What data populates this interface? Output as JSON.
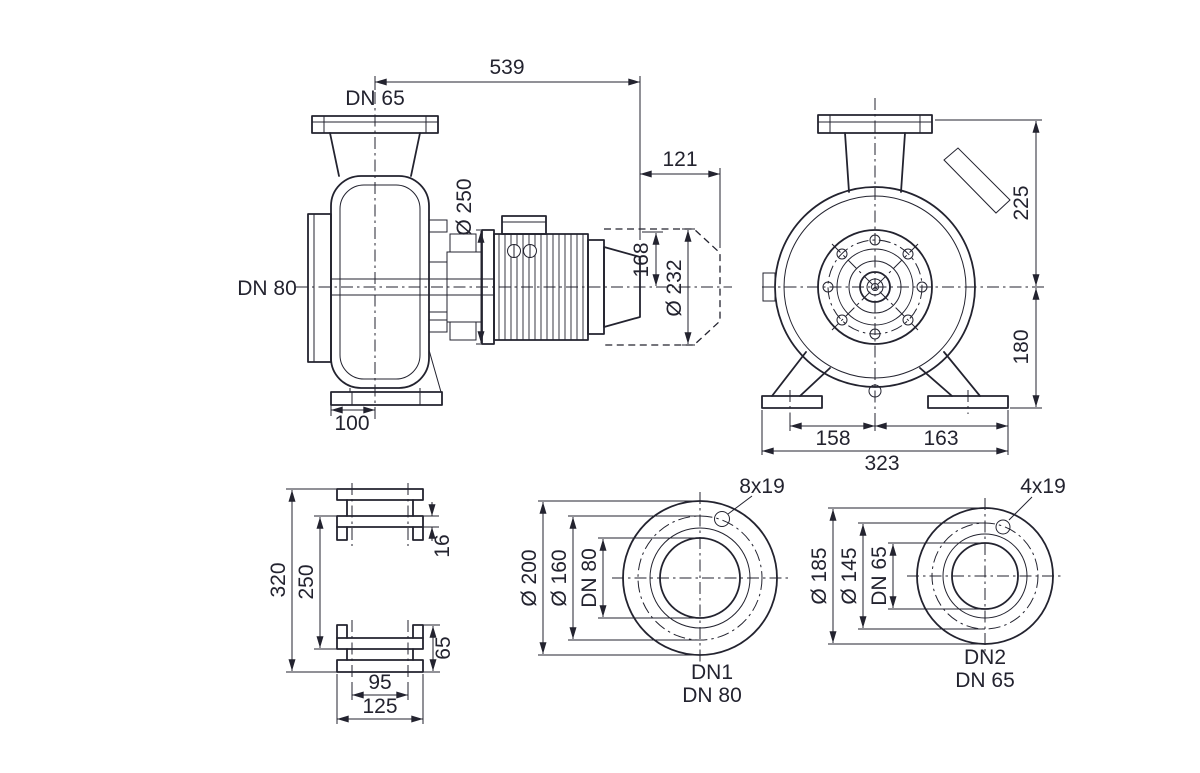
{
  "meta": {
    "background": "#ffffff",
    "ink": "#23232f",
    "drawing_kind": "pump dimensional drawing"
  },
  "side_view": {
    "dn_top": "DN 65",
    "dn_left": "DN 80",
    "dim_total_length": "539",
    "dim_motor_ext": "121",
    "dim_flange_dia": "Ø 250",
    "dim_axis_height": "168",
    "dim_motor_dia": "Ø 232",
    "dim_foot_offset": "100"
  },
  "front_view": {
    "dim_top_to_axis": "225",
    "dim_axis_to_base": "180",
    "dim_foot_left": "158",
    "dim_foot_right": "163",
    "dim_foot_total": "323"
  },
  "foot_view": {
    "dim_overall": "320",
    "dim_bolt_span": "250",
    "dim_plate_thickness": "16",
    "dim_foot_height": "65",
    "dim_hole_spacing": "95",
    "dim_foot_width": "125"
  },
  "flange_dn1": {
    "holes": "8x19",
    "dia_outer": "Ø 200",
    "dia_bolt_circle": "Ø 160",
    "dia_nominal": "DN 80",
    "port_label": "DN1",
    "size_label": "DN 80"
  },
  "flange_dn2": {
    "holes": "4x19",
    "dia_outer": "Ø 185",
    "dia_bolt_circle": "Ø 145",
    "dia_nominal": "DN 65",
    "port_label": "DN2",
    "size_label": "DN 65"
  }
}
